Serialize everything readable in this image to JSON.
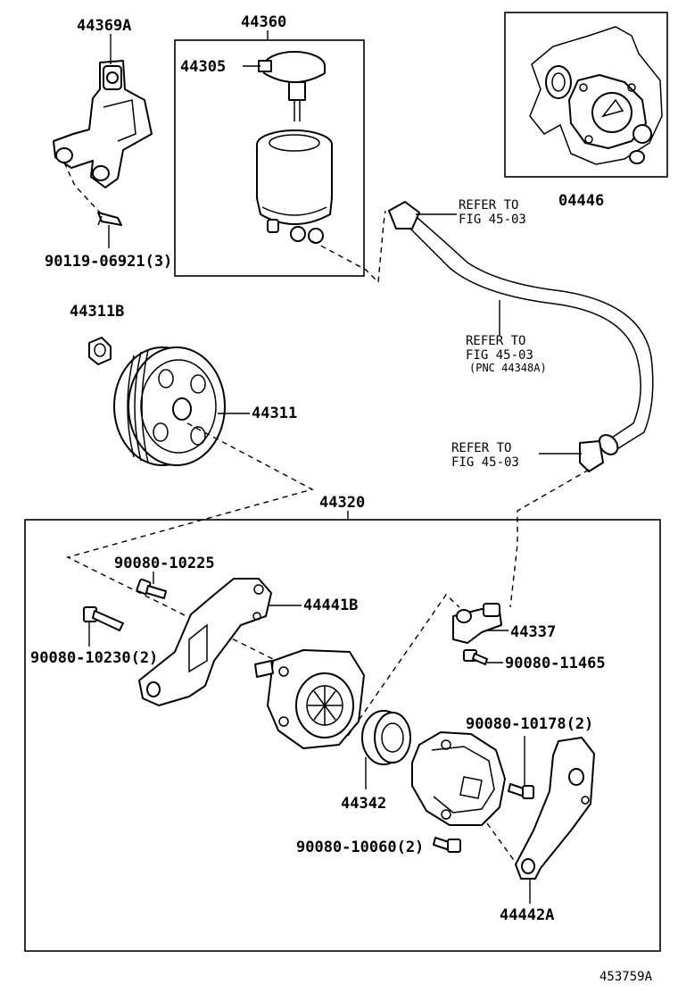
{
  "parts": {
    "p44369A": "44369A",
    "p44360": "44360",
    "p44305": "44305",
    "p04446": "04446",
    "p90119": "90119-06921(3)",
    "p44311B": "44311B",
    "p44311": "44311",
    "p44320": "44320",
    "p90080_10225": "90080-10225",
    "p44441B": "44441B",
    "p90080_10230": "90080-10230(2)",
    "p44337": "44337",
    "p90080_11465": "90080-11465",
    "p90080_10178": "90080-10178(2)",
    "p44342": "44342",
    "p90080_10060": "90080-10060(2)",
    "p44442A": "44442A"
  },
  "refs": {
    "ref1_line1": "REFER TO",
    "ref1_line2": "FIG 45-03",
    "ref2_line1": "REFER TO",
    "ref2_line2": "FIG 45-03",
    "ref2_line3": "(PNC 44348A)",
    "ref3_line1": "REFER TO",
    "ref3_line2": "FIG 45-03"
  },
  "figure_id": "453759A"
}
